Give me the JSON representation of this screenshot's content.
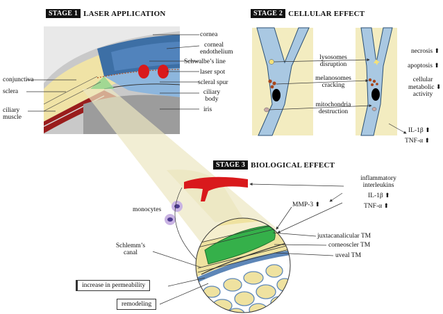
{
  "stage1": {
    "tag": "STAGE 1",
    "title": "LASER APPLICATION"
  },
  "stage2": {
    "tag": "STAGE 2",
    "title": "CELLULAR EFFECT"
  },
  "stage3": {
    "tag": "STAGE 3",
    "title": "BIOLOGICAL EFFECT"
  },
  "stage1_labels": {
    "cornea": "cornea",
    "corneal_endothelium_1": "corneal",
    "corneal_endothelium_2": "endothelium",
    "schwalbe": "Schwalbe’s line",
    "laser_spot": "laser spot",
    "scleral_spur": "scleral spur",
    "ciliary_body_1": "ciliary",
    "ciliary_body_2": "body",
    "iris": "iris",
    "conjunctiva": "conjunctiva",
    "sclera": "sclera",
    "ciliary_muscle_1": "ciliary",
    "ciliary_muscle_2": "muscle"
  },
  "stage2_labels": {
    "lysosomes_1": "lysosomes",
    "lysosomes_2": "disruption",
    "melanosomes_1": "melanosomes",
    "melanosomes_2": "cracking",
    "mitochondria_1": "mitochondria",
    "mitochondria_2": "destruction",
    "necrosis": "necrosis",
    "apoptosis": "apoptosis",
    "cellular_1": "cellular",
    "cellular_2": "metabolic",
    "cellular_3": "activity",
    "il1b": "IL-1β",
    "tnfa": "TNF-α"
  },
  "stage3_labels": {
    "inflammatory_1": "inflammatory",
    "inflammatory_2": "interleukins",
    "il1b": "IL-1β",
    "tnfa": "TNF-α",
    "mmp3": "MMP-3",
    "monocytes": "monocytes",
    "schlemm_1": "Schlemm’s",
    "schlemm_2": "canal",
    "juxta": "juxtacanalicular TM",
    "corneo": "corneoscler TM",
    "uveal": "uveal TM",
    "permeability": "increase in permeability",
    "remodeling": "remodeling"
  },
  "colors": {
    "panel_bg": "#f3ecc0",
    "cell_blue": "#a9c8e2",
    "laser_red": "#d9191c",
    "schlemm_green": "#35b04a",
    "tm_yellow": "#efe2a0",
    "uveal_blue": "#9ec4e6"
  },
  "icons": {
    "up": "arrow-up-icon",
    "down": "arrow-down-icon"
  }
}
